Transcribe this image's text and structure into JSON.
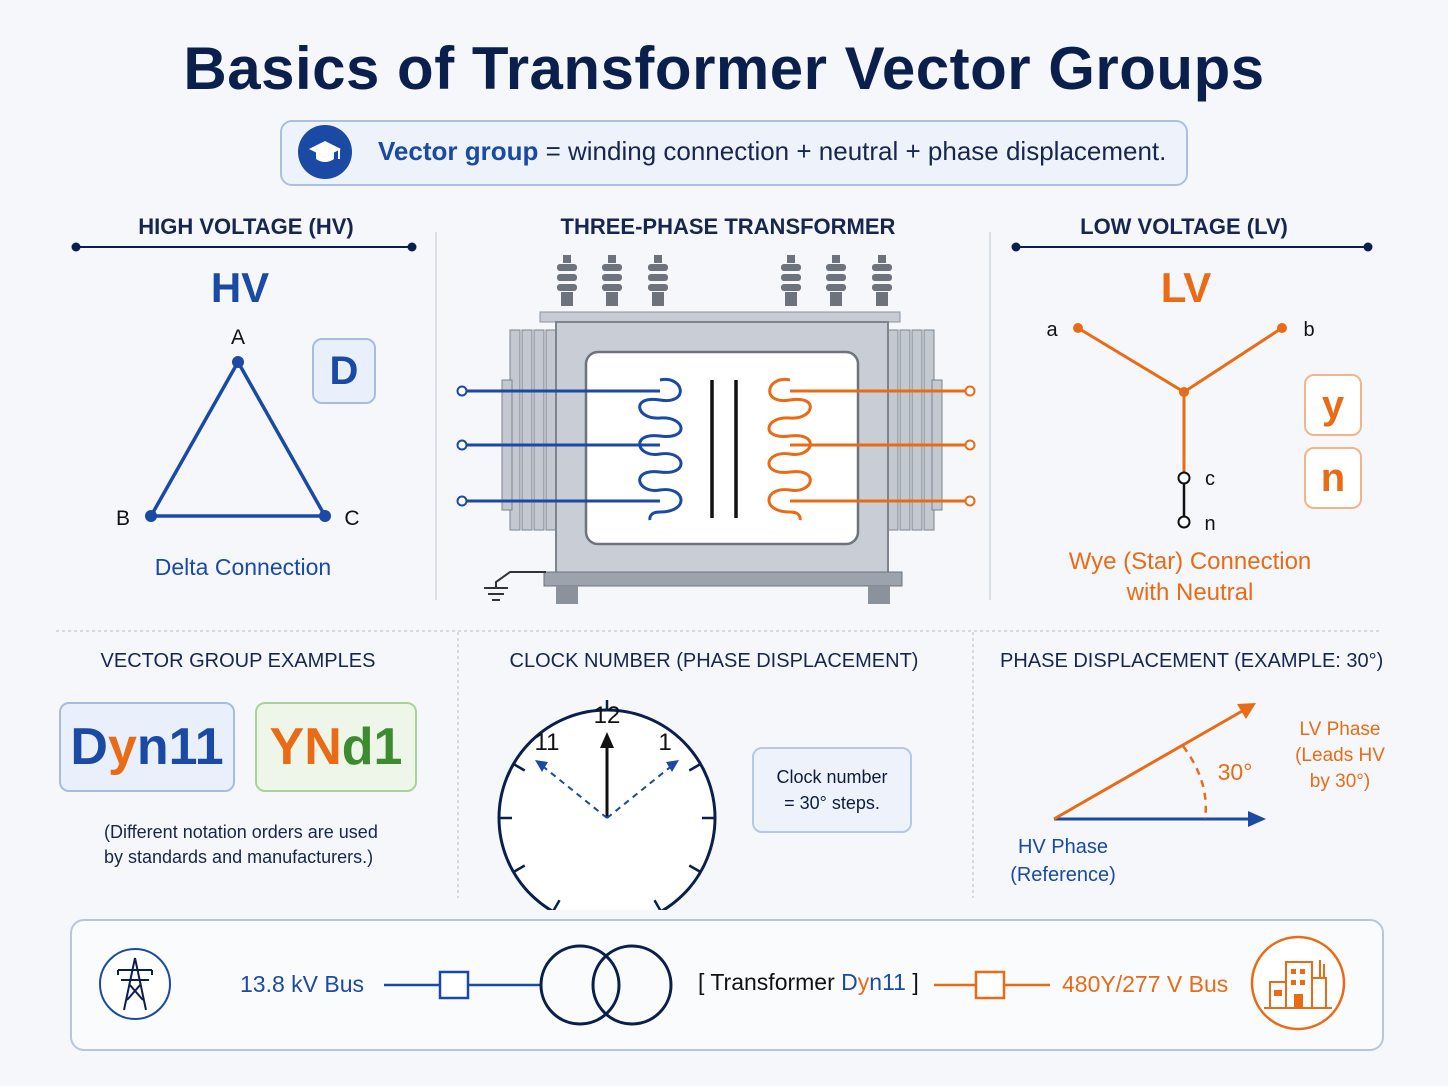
{
  "title": "Basics of Transformer Vector Groups",
  "definition": {
    "icon": "graduation-cap-icon",
    "term": "Vector group",
    "rest": " = winding connection + neutral + phase displacement."
  },
  "hv": {
    "heading": "HIGH VOLTAGE (HV)",
    "label": "HV",
    "nodes": [
      "A",
      "B",
      "C"
    ],
    "symbol": "D",
    "caption": "Delta Connection"
  },
  "transformer": {
    "heading": "THREE-PHASE TRANSFORMER"
  },
  "lv": {
    "heading": "LOW VOLTAGE (LV)",
    "label": "LV",
    "nodes": [
      "a",
      "b",
      "c",
      "n"
    ],
    "symbol_y": "y",
    "symbol_n": "n",
    "caption_line1": "Wye (Star) Connection",
    "caption_line2": "with Neutral"
  },
  "examples": {
    "heading": "VECTOR GROUP EXAMPLES",
    "ex1": {
      "part1": "D",
      "part2": "y",
      "part3": "n11"
    },
    "ex2": {
      "part1": "YN",
      "part2": "d1"
    },
    "note_line1": "(Different notation orders are used",
    "note_line2": "by standards and manufacturers.)"
  },
  "clock": {
    "heading": "CLOCK NUMBER (PHASE DISPLACEMENT)",
    "num12": "12",
    "num11": "11",
    "num1": "1",
    "note_line1": "Clock number",
    "note_line2": "= 30° steps."
  },
  "phase": {
    "heading": "PHASE DISPLACEMENT (EXAMPLE: 30°)",
    "angle": "30°",
    "lv_line1": "LV Phase",
    "lv_line2": "(Leads HV",
    "lv_line3": "by 30°)",
    "hv_line1": "HV Phase",
    "hv_line2": "(Reference)"
  },
  "bottom": {
    "left_icon": "transmission-tower-icon",
    "bus_hv": "13.8 kV Bus",
    "tf_open": "[ Transformer ",
    "tf_d": "D",
    "tf_y": "y",
    "tf_rest": "n11",
    "tf_close": " ]",
    "bus_lv": "480Y/277 V Bus",
    "right_icon": "factory-building-icon"
  },
  "colors": {
    "navy": "#0b1f4d",
    "hv_blue": "#1a4aa3",
    "lv_orange": "#ea6b16",
    "green": "#3d8b2f"
  }
}
